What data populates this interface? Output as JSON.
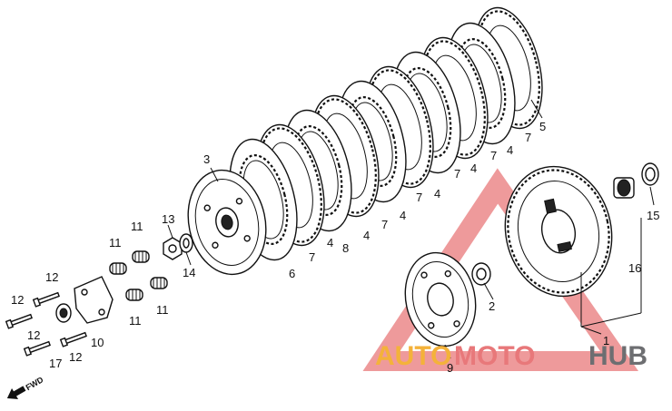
{
  "watermark": {
    "part_a": "AUTO",
    "part_b": "MOTO",
    "part_c": "HUB",
    "color_a": "#f4b23a",
    "color_b": "#e8787a",
    "color_c": "#6d6e71"
  },
  "fwd_label": "FWD",
  "labels": {
    "l1": "1",
    "l2": "2",
    "l3": "3",
    "l4": "4",
    "l5": "5",
    "l6": "6",
    "l7": "7",
    "l8": "8",
    "l9": "9",
    "l10": "10",
    "l11": "11",
    "l12": "12",
    "l13": "13",
    "l14": "14",
    "l15": "15",
    "l16": "16",
    "l17": "17"
  }
}
